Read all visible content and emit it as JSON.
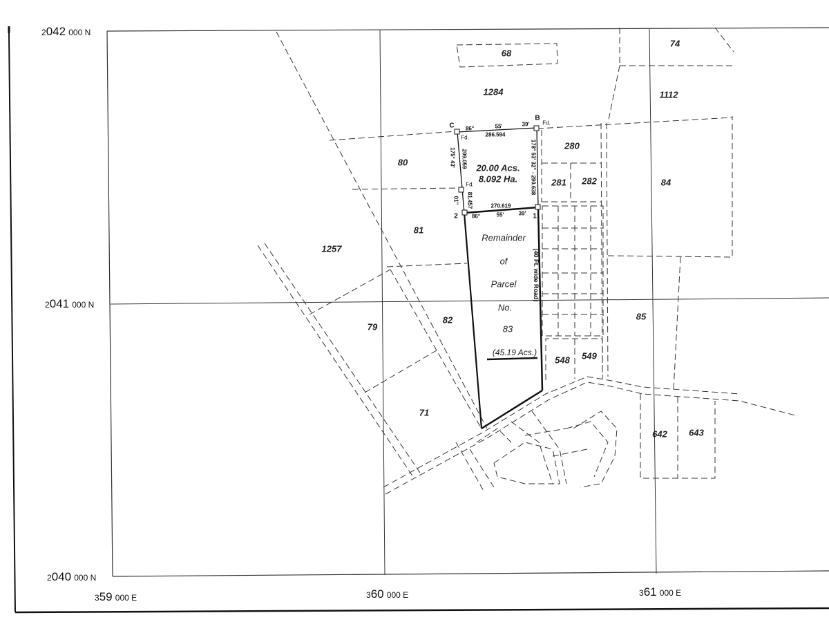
{
  "grid": {
    "northings": [
      {
        "prefix": "2",
        "main": "042",
        "suffix": "000 N"
      },
      {
        "prefix": "2",
        "main": "041",
        "suffix": "000 N"
      },
      {
        "prefix": "2",
        "main": "040",
        "suffix": "000 N"
      }
    ],
    "eastings": [
      {
        "prefix": "3",
        "main": "59",
        "suffix": "000 E"
      },
      {
        "prefix": "3",
        "main": "60",
        "suffix": "000 E"
      },
      {
        "prefix": "3",
        "main": "61",
        "suffix": "000 E"
      }
    ]
  },
  "parcels": {
    "p68": "68",
    "p1284": "1284",
    "p74": "74",
    "p1112": "1112",
    "p280": "280",
    "p281": "281",
    "p282": "282",
    "p84": "84",
    "p80": "80",
    "p81": "81",
    "p1257": "1257",
    "p79": "79",
    "p82": "82",
    "p85": "85",
    "p548": "548",
    "p549": "549",
    "p71": "71",
    "p642": "642",
    "p643": "643"
  },
  "subject_parcel": {
    "area_acres": "20.00 Acs.",
    "area_ha": "8.092 Ha.",
    "corners": {
      "c": "C",
      "b": "B",
      "p1": "1",
      "p2": "2"
    },
    "found_marks": {
      "c": "Fd.",
      "b": "Fd.",
      "mid": "Fd."
    },
    "north_side": {
      "deg": "86°",
      "min": "55'",
      "sec": "39'",
      "dist": "286.594"
    },
    "east_side": {
      "bearing": "178° 53' 32\" - 290.638"
    },
    "west_side_upper": {
      "bearing": "175° 43'",
      "dist": "209.059"
    },
    "west_side_lower": {
      "sec": "01\"",
      "dist": "81.457"
    },
    "south_side": {
      "deg": "86°",
      "min": "55'",
      "sec": "39'",
      "dist": "270.619"
    }
  },
  "remainder": {
    "line1": "Remainder",
    "line2": "of",
    "line3": "Parcel",
    "line4": "No.",
    "line5": "83",
    "area": "(45.19 Acs.)",
    "road_label": "(40 Ft. wide Road)"
  }
}
